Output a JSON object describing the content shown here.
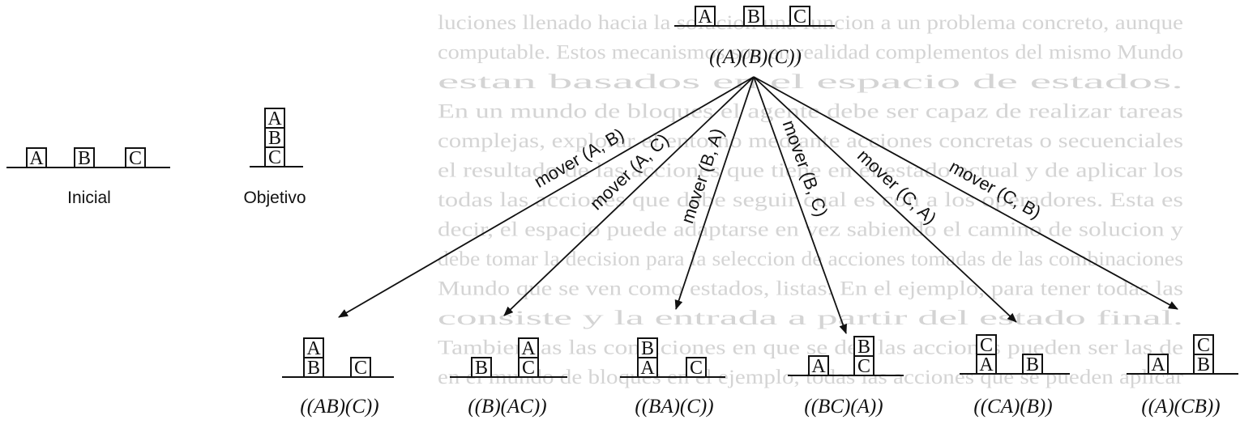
{
  "background_text": [
    "luciones llenado hacia la solucion una funcion a un problema concreto, aunque",
    "computable. Estos mecanismos son en realidad complementos del mismo Mundo",
    "estan basados en el espacio de estados.",
    "En un mundo de bloques el agente debe ser capaz de realizar tareas",
    "complejas, explorar el entorno mediante acciones concretas o secuenciales",
    "el resultado de las acciones que tiene en el estado actual y de aplicar los",
    "todas las acciones que debe seguir cual es con a los operadores. Esta es",
    "decir, el espacio puede adaptarse en vez sabiendo el camino de solucion y",
    "debe tomar la decision para la seleccion de acciones tomadas de las combinaciones",
    "Mundo que se ven como estados, listas. En el ejemplo, para tener todas las",
    "consiste y la entrada a partir del estado final.",
    "Tambien las las condiciones en que se den las acciones pueden ser las de",
    "en el mundo de bloques en el ejemplo, todas las acciones que se pueden aplicar"
  ],
  "states": {
    "initial": {
      "label": "Inicial",
      "stacks": [
        [
          "A"
        ],
        [
          "B"
        ],
        [
          "C"
        ]
      ]
    },
    "goal": {
      "label": "Objetivo",
      "stacks": [
        [
          "C",
          "B",
          "A"
        ]
      ]
    },
    "root": {
      "label": "((A)(B)(C))",
      "stacks": [
        [
          "A"
        ],
        [
          "B"
        ],
        [
          "C"
        ]
      ]
    }
  },
  "children": [
    {
      "move": "mover (A, B)",
      "label": "((AB)(C))",
      "stacks": [
        [
          "B",
          "A"
        ],
        [
          "C"
        ]
      ]
    },
    {
      "move": "mover (A, C)",
      "label": "((B)(AC))",
      "stacks": [
        [
          "B"
        ],
        [
          "C",
          "A"
        ]
      ]
    },
    {
      "move": "mover (B, A)",
      "label": "((BA)(C))",
      "stacks": [
        [
          "A",
          "B"
        ],
        [
          "C"
        ]
      ]
    },
    {
      "move": "mover (B, C)",
      "label": "((BC)(A))",
      "stacks": [
        [
          "A"
        ],
        [
          "C",
          "B"
        ]
      ]
    },
    {
      "move": "mover (C, A)",
      "label": "((CA)(B))",
      "stacks": [
        [
          "A",
          "C"
        ],
        [
          "B"
        ]
      ]
    },
    {
      "move": "mover (C, B)",
      "label": "((A)(CB))",
      "stacks": [
        [
          "A"
        ],
        [
          "B",
          "C"
        ]
      ]
    }
  ]
}
